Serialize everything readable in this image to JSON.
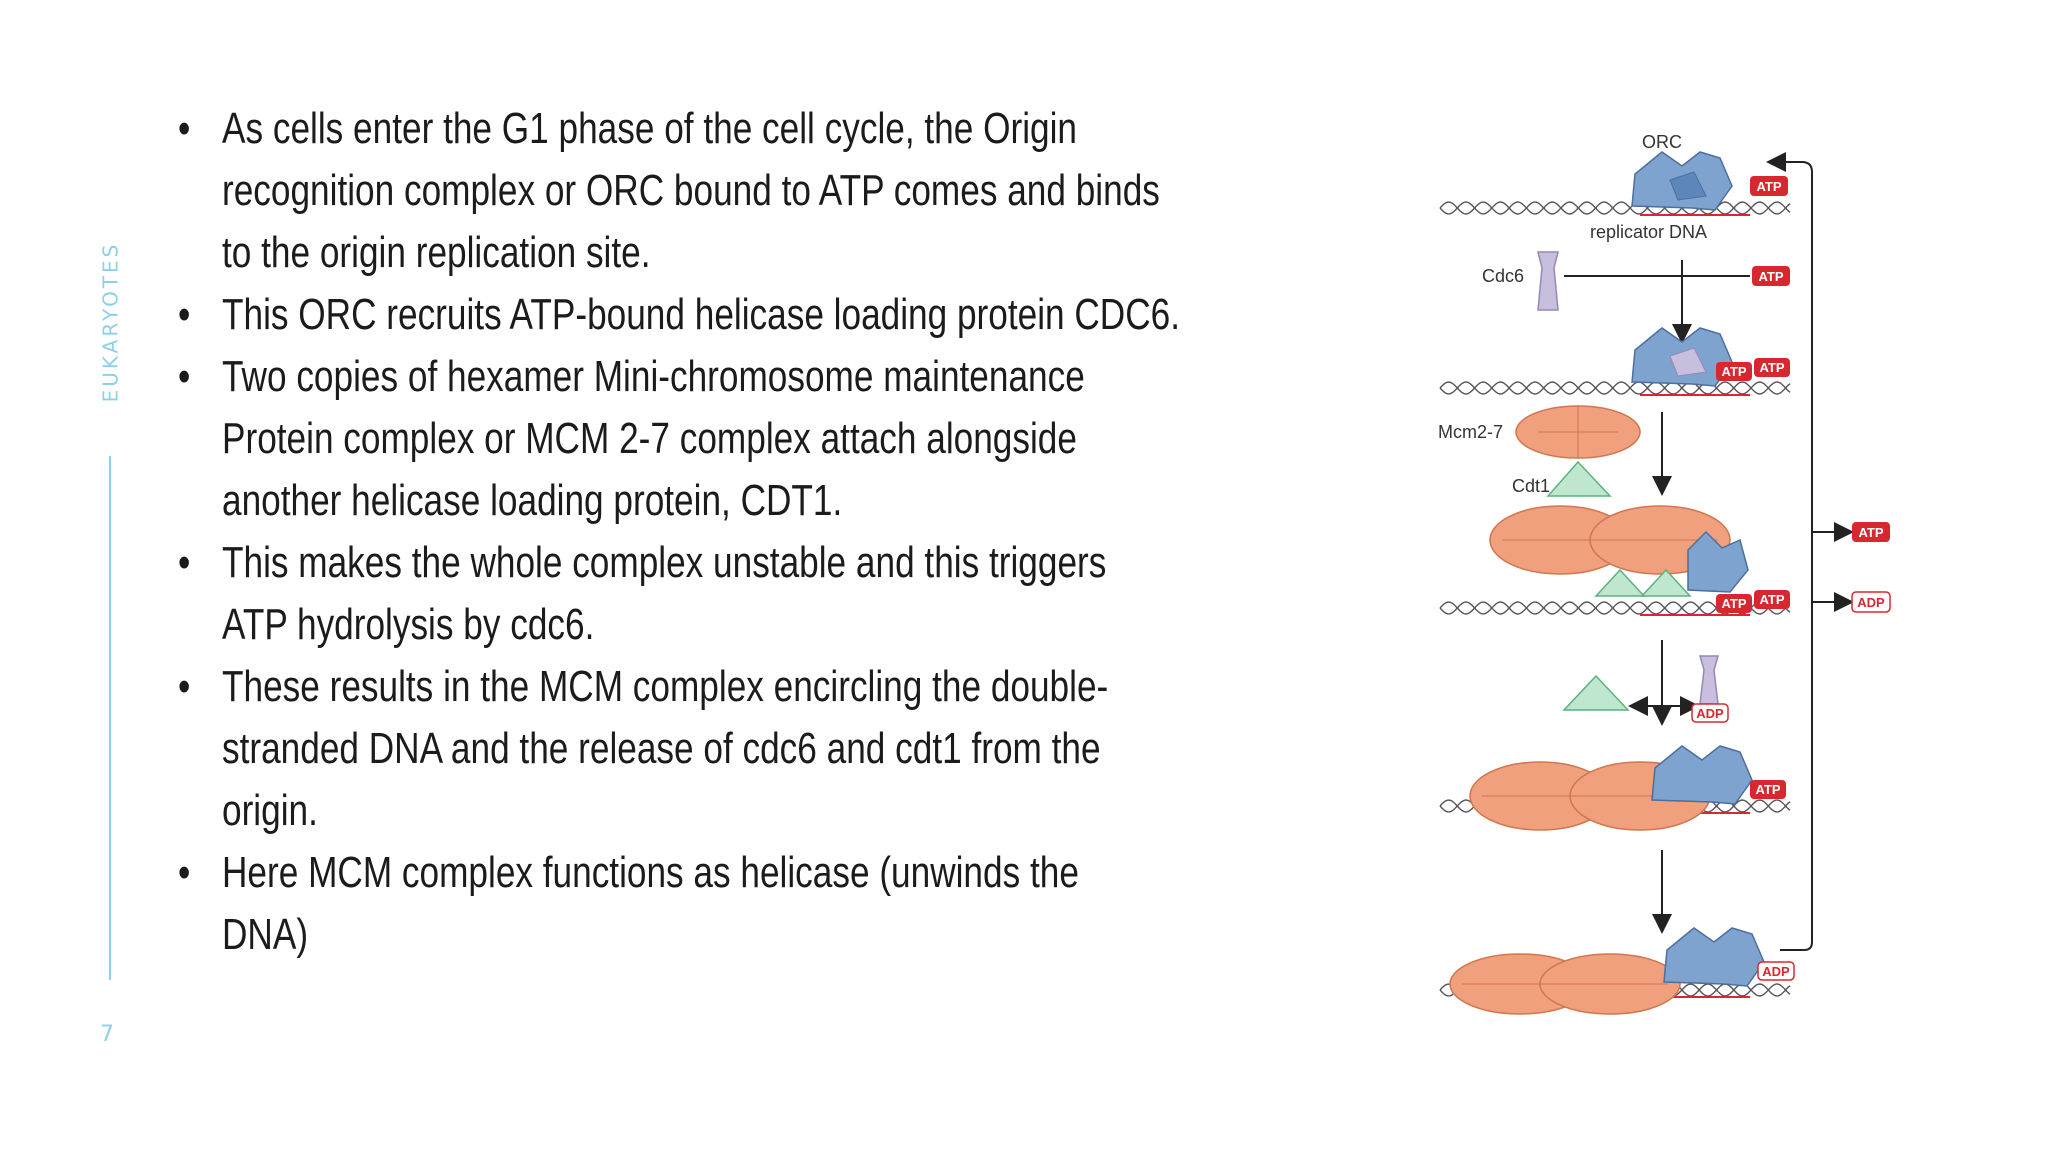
{
  "sidebar": {
    "section_label": "EUKARYOTES",
    "page_number": "7"
  },
  "bullets": [
    {
      "lines": [
        "As cells enter the G1 phase of the cell cycle, the Origin",
        "recognition complex or ORC bound to ATP comes and binds",
        "to the origin replication site."
      ]
    },
    {
      "lines": [
        "This ORC recruits ATP-bound helicase loading protein CDC6."
      ]
    },
    {
      "lines": [
        "Two copies of hexamer Mini-chromosome maintenance",
        "Protein complex or MCM 2-7 complex attach alongside",
        "another helicase loading protein, CDT1."
      ]
    },
    {
      "lines": [
        "This makes the whole complex unstable and this triggers",
        "ATP hydrolysis by cdc6."
      ]
    },
    {
      "lines": [
        "These results in the MCM complex encircling the double-",
        "stranded DNA and the release of cdc6 and cdt1 from the",
        "origin."
      ]
    },
    {
      "lines": [
        "Here MCM complex functions as helicase (unwinds the",
        "DNA)"
      ]
    }
  ],
  "diagram": {
    "labels": {
      "orc": "ORC",
      "replicator_dna": "replicator DNA",
      "cdc6": "Cdc6",
      "mcm": "Mcm2-7",
      "cdt1": "Cdt1"
    },
    "tags": {
      "atp": "ATP",
      "adp": "ADP"
    },
    "colors": {
      "orc": "#7ea3cf",
      "mcm": "#f0a07c",
      "cdt1": "#bfe6cf",
      "cdc6": "#c8bedd",
      "tag_red": "#d7282f",
      "dna": "#555555"
    }
  }
}
